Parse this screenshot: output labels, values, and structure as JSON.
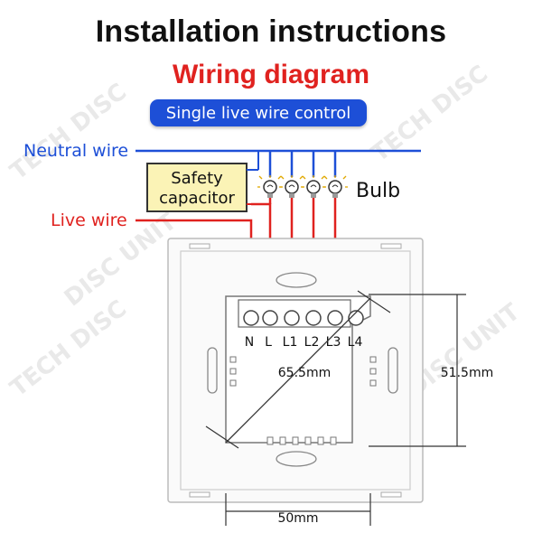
{
  "header": {
    "title": "Installation instructions",
    "subtitle": "Wiring diagram",
    "mode_badge": "Single live wire control"
  },
  "labels": {
    "neutral_wire": "Neutral wire",
    "live_wire": "Live wire",
    "safety_capacitor_line1": "Safety",
    "safety_capacitor_line2": "capacitor",
    "bulb": "Bulb"
  },
  "terminals": [
    "N",
    "L",
    "L1",
    "L2",
    "L3",
    "L4"
  ],
  "dimensions": {
    "diagonal": "65.5mm",
    "height": "51.5mm",
    "width": "50mm"
  },
  "watermark": "TECH DISC UNIT",
  "colors": {
    "neutral_blue": "#1d4fd7",
    "live_red": "#e0221f",
    "capacitor_fill": "#fbf3b6",
    "line_gray": "#555555"
  }
}
